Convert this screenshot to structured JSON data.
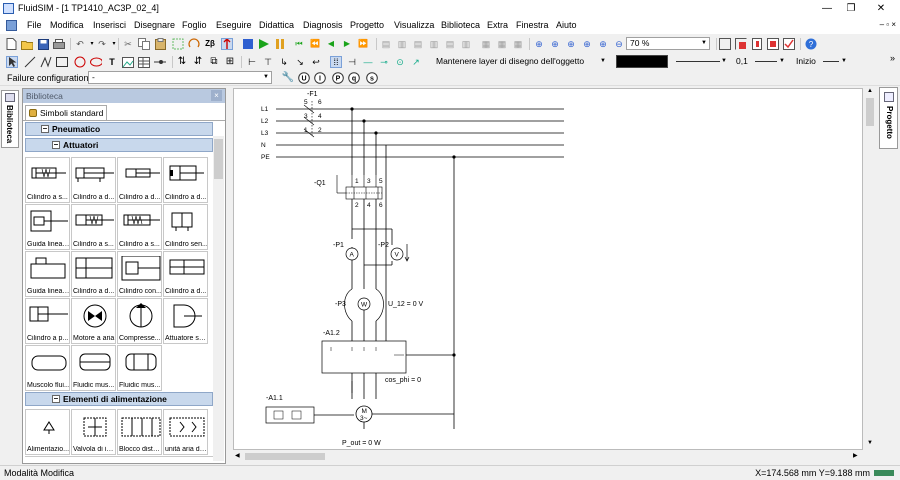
{
  "window": {
    "title": "FluidSIM - [1  TP1410_AC3P_02_4]",
    "controls": {
      "minimize": "—",
      "maximize": "❐",
      "close": "✕"
    }
  },
  "menu": {
    "items": [
      "File",
      "Modifica",
      "Inserisci",
      "Disegnare",
      "Foglio",
      "Eseguire",
      "Didattica",
      "Diagnosis",
      "Progetto",
      "Visualizza",
      "Biblioteca",
      "Extra",
      "Finestra",
      "Aiuto"
    ],
    "mdi_controls": "– ▫ ×"
  },
  "toolbar": {
    "zoom": "70 %",
    "layer_option": "Mantenere layer di disegno dell'oggetto",
    "line_width": "0,1",
    "line_start": "Inizio"
  },
  "failure": {
    "label": "Failure configuration",
    "value": "-"
  },
  "sidebar_left": {
    "tab": "Biblioteca"
  },
  "sidebar_right": {
    "tab": "Progetto"
  },
  "library": {
    "header": "Biblioteca",
    "close": "×",
    "subtab": "Simboli standard",
    "categories": {
      "pneumatico": "Pneumatico",
      "attuatori": "Attuatori",
      "alimentazione": "Elementi di alimentazione"
    },
    "items": [
      "Cilindro a s...",
      "Cilindro a d...",
      "Cilindro a d...",
      "Cilindro a d...",
      "Guida linear...",
      "Cilindro a s...",
      "Cilindro a s...",
      "Cilindro sen...",
      "Guida linear...",
      "Cilindro a d...",
      "Cilindro con...",
      "Cilindro a d...",
      "Cilindro a p...",
      "Motore a aria",
      "Compresse...",
      "Attuatore se...",
      "Muscolo flui...",
      "Fluidic mus...",
      "Fluidic mus..."
    ],
    "supply_items": [
      "Alimentazio...",
      "Valvola di in...",
      "Blocco distri...",
      "unità aria di ..."
    ]
  },
  "schematic": {
    "labels": {
      "F1": "-F1",
      "Q1": "-Q1",
      "P1": "-P1",
      "P2": "-P2",
      "P3": "-P3",
      "A12": "-A1.2",
      "A11": "-A1.1",
      "L1": "L1",
      "L2": "L2",
      "L3": "L3",
      "N": "N",
      "PE": "PE",
      "U12": "U_12 = 0 V",
      "cosphi": "cos_phi = 0",
      "Pout": "P_out = 0 W",
      "A": "A",
      "V": "V",
      "W": "W",
      "M": "M",
      "M_sub": "3~"
    },
    "pins": {
      "f1_top": [
        "5",
        "6"
      ],
      "f1_mid": [
        "3",
        "4"
      ],
      "f1_bot": [
        "1",
        "2"
      ],
      "q1_top": [
        "1",
        "3",
        "5"
      ],
      "q1_bot": [
        "2",
        "4",
        "6"
      ]
    }
  },
  "status": {
    "mode": "Modalità Modifica",
    "coords": "X=174.568 mm  Y=9.188 mm"
  }
}
